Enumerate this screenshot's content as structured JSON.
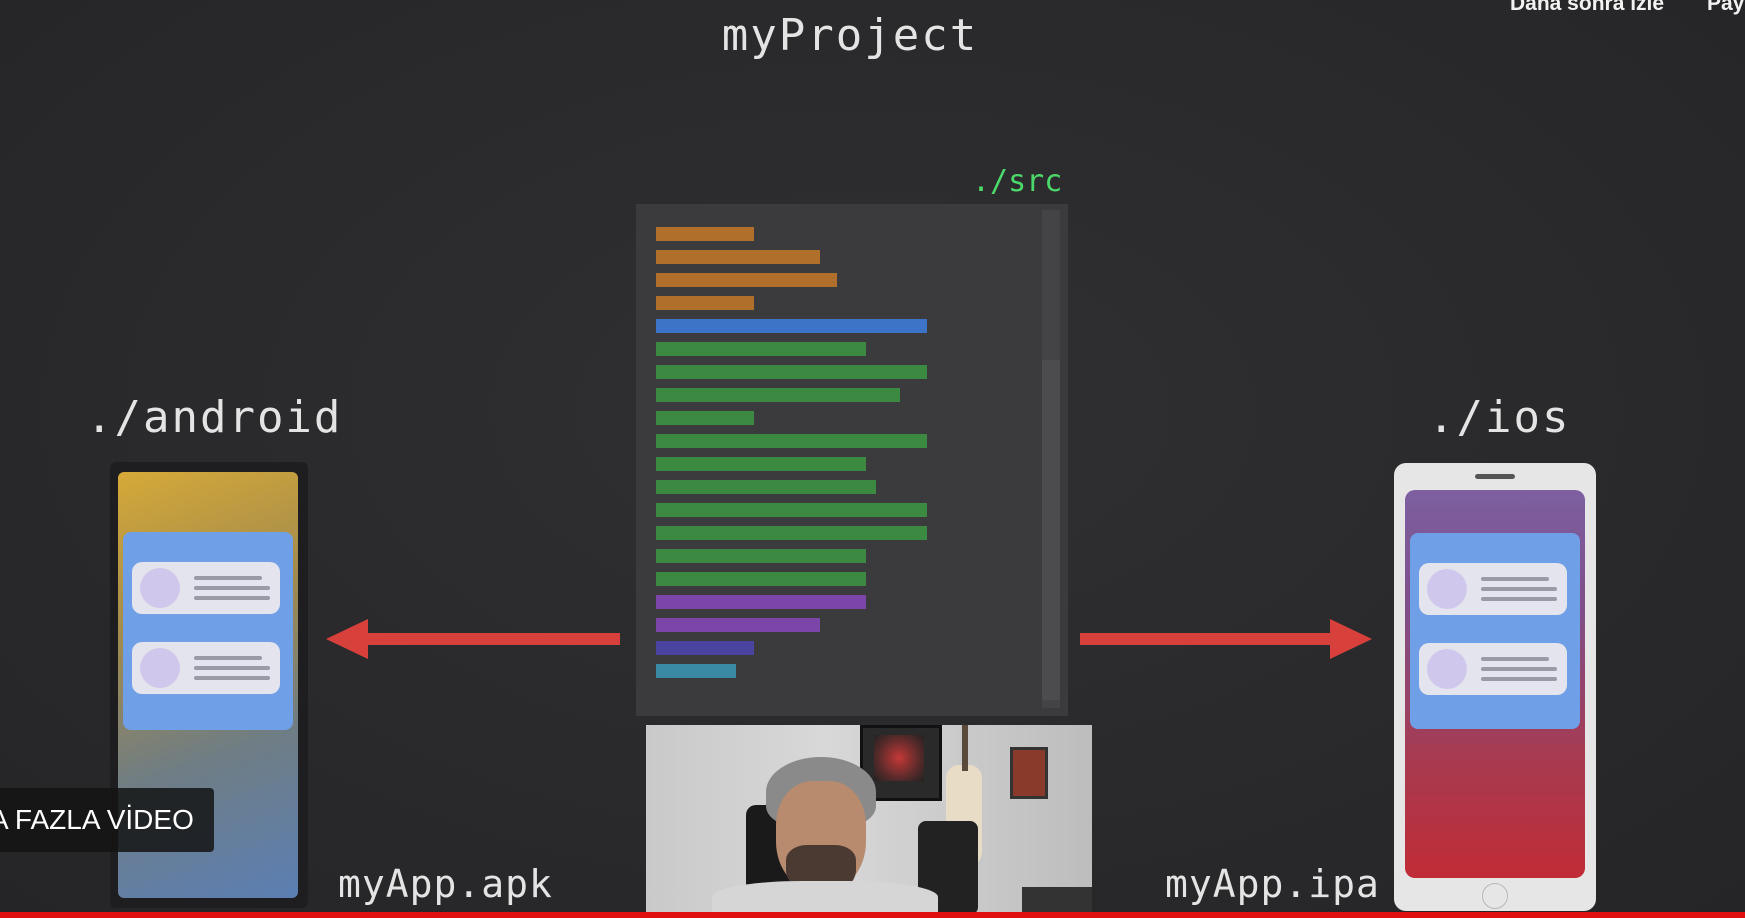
{
  "video": {
    "title": "myProject",
    "src_label": "./src",
    "android_label": "./android",
    "ios_label": "./ios",
    "apk_label": "myApp.apk",
    "ipa_label": "myApp.ipa"
  },
  "overlay": {
    "more_videos": "A FAZLA VİDEO",
    "watch_later": "Daha sonra izle",
    "share": "Pay"
  },
  "colors": {
    "arrow": "#d8403c",
    "src_label": "#4cd86a",
    "progress": "#e01010"
  },
  "progress": {
    "played_fraction": 1.0
  }
}
